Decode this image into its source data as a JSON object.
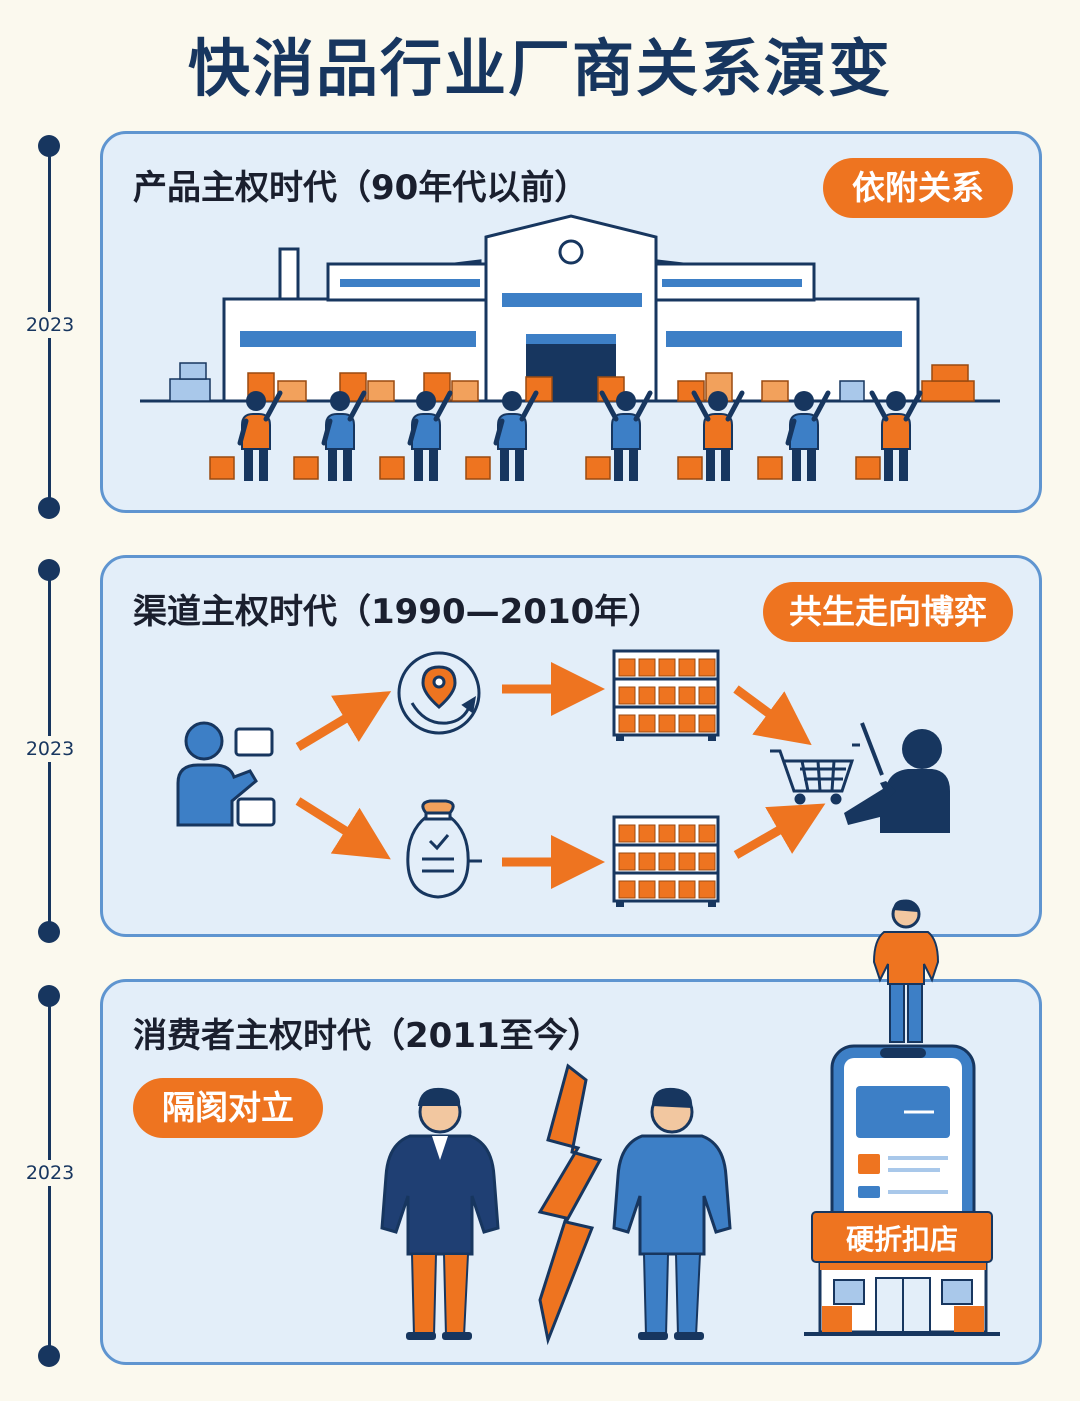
{
  "title": "快消品行业厂商关系演变",
  "timeline": {
    "years": [
      "2023",
      "2023",
      "2023"
    ]
  },
  "eras": [
    {
      "title": "产品主权时代（90年代以前）",
      "relation": "依附关系"
    },
    {
      "title": "渠道主权时代（1990—2010年）",
      "relation": "共生走向博弈"
    },
    {
      "title": "消费者主权时代（2011至今）",
      "relation": "隔阂对立",
      "store_sign": "硬折扣店"
    }
  ],
  "colors": {
    "navy": "#17365f",
    "orange": "#ee7420",
    "blue": "#3d7fc6",
    "panel_bg": "#e3eef9",
    "panel_border": "#5f95d0"
  },
  "icons": [
    "factory-icon",
    "worker-icon",
    "box-icon",
    "supplier-person-icon",
    "location-compass-icon",
    "money-bag-icon",
    "store-shelf-icon",
    "shopping-cart-icon",
    "consumer-icon",
    "lightning-icon",
    "smartphone-icon",
    "storefront-icon"
  ]
}
